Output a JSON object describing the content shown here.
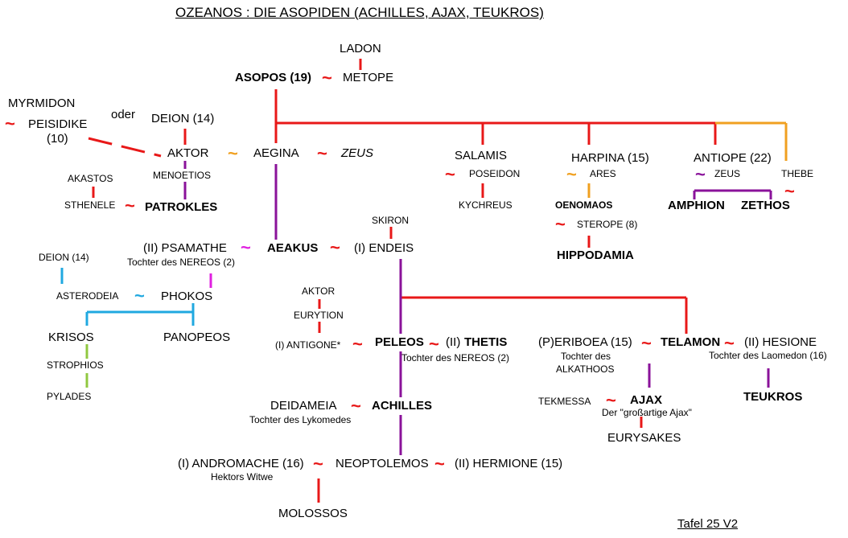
{
  "title": "OZEANOS : DIE ASOPIDEN (ACHILLES, AJAX, TEUKROS)",
  "plate": "Tafel 25 V2",
  "marriage_symbol": "~",
  "colors": {
    "red": "#e81818",
    "orange": "#f0a020",
    "purple": "#8a129a",
    "magenta": "#e020e0",
    "cyan": "#20a8e0",
    "green": "#90c840"
  },
  "names": {
    "ladon": "LADON",
    "asopos": "ASOPOS (19)",
    "metope": "METOPE",
    "myrmidon": "MYRMIDON",
    "peisidike": "PEISIDIKE",
    "peisidike_num": "(10)",
    "oder": "oder",
    "deion_14": "DEION (14)",
    "aktor": "AKTOR",
    "aegina": "AEGINA",
    "zeus_italic": "ZEUS",
    "menoetios": "MENOETIOS",
    "akastos": "AKASTOS",
    "sthenele": "STHENELE",
    "patrokles": "PATROKLES",
    "salamis": "SALAMIS",
    "poseidon": "POSEIDON",
    "kychreus": "KYCHREUS",
    "harpina": "HARPINA (15)",
    "ares": "ARES",
    "oenomaos": "OENOMAOS",
    "sterope": "STEROPE (8)",
    "hippodamia": "HIPPODAMIA",
    "antiope": "ANTIOPE (22)",
    "zeus": "ZEUS",
    "thebe": "THEBE",
    "amphion": "AMPHION",
    "zethos": "ZETHOS",
    "skiron": "SKIRON",
    "psamathe": "(II) PSAMATHE",
    "psamathe_note": "Tochter des NEREOS (2)",
    "aeakus": "AEAKUS",
    "endeis": "(I) ENDEIS",
    "deion_small": "DEION (14)",
    "asterodeia": "ASTERODEIA",
    "phokos": "PHOKOS",
    "krisos": "KRISOS",
    "panopeos": "PANOPEOS",
    "strophios": "STROPHIOS",
    "pylades": "PYLADES",
    "aktor2": "AKTOR",
    "eurytion": "EURYTION",
    "antigone": "(I) ANTIGONE*",
    "peleos": "PELEOS",
    "thetis_prefix": "(II)",
    "thetis": "THETIS",
    "thetis_note": "Tochter des NEREOS (2)",
    "eriboea": "(P)ERIBOEA (15)",
    "eriboea_note1": "Tochter des",
    "eriboea_note2": "ALKATHOOS",
    "telamon": "TELAMON",
    "hesione": "(II) HESIONE",
    "hesione_note": "Tochter des Laomedon (16)",
    "deidameia": "DEIDAMEIA",
    "deidameia_note": "Tochter des Lykomedes",
    "achilles": "ACHILLES",
    "tekmessa": "TEKMESSA",
    "ajax": "AJAX",
    "ajax_note": "Der \"großartige Ajax\"",
    "teukros": "TEUKROS",
    "eurysakes": "EURYSAKES",
    "andromache": "(I) ANDROMACHE (16)",
    "andromache_note": "Hektors Witwe",
    "neoptolemos": "NEOPTOLEMOS",
    "hermione": "(II) HERMIONE (15)",
    "molossos": "MOLOSSOS"
  }
}
